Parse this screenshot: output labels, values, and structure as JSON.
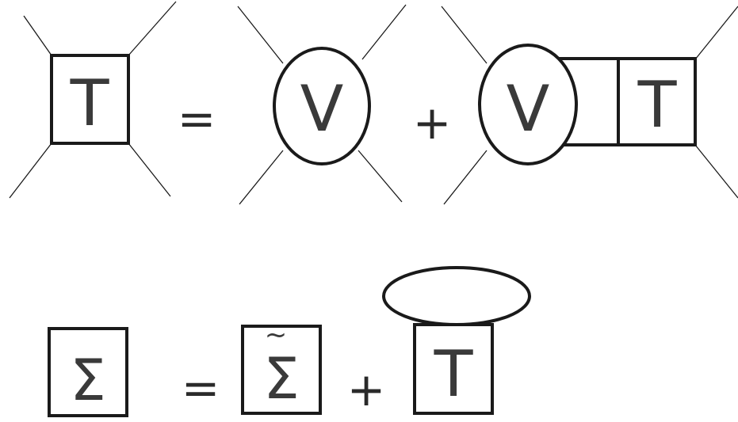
{
  "equations": [
    {
      "lhs": "T",
      "equals": "=",
      "terms": [
        "V",
        "+",
        "V",
        "T"
      ]
    },
    {
      "lhs": "Σ",
      "equals": "=",
      "terms": [
        "Σ̃",
        "+",
        "T"
      ]
    }
  ],
  "eq1": {
    "lhs_T": "T",
    "eq": "=",
    "V1": "V",
    "plus": "+",
    "V2": "V",
    "T2": "T"
  },
  "eq2": {
    "lhs_sigma": "Σ",
    "eq": "=",
    "sigma_tilde": "Σ",
    "tilde": "~",
    "plus": "+",
    "T": "T"
  },
  "colors": {
    "line": "#1a1a1a",
    "text": "#3a3a3a",
    "background": "#ffffff"
  }
}
